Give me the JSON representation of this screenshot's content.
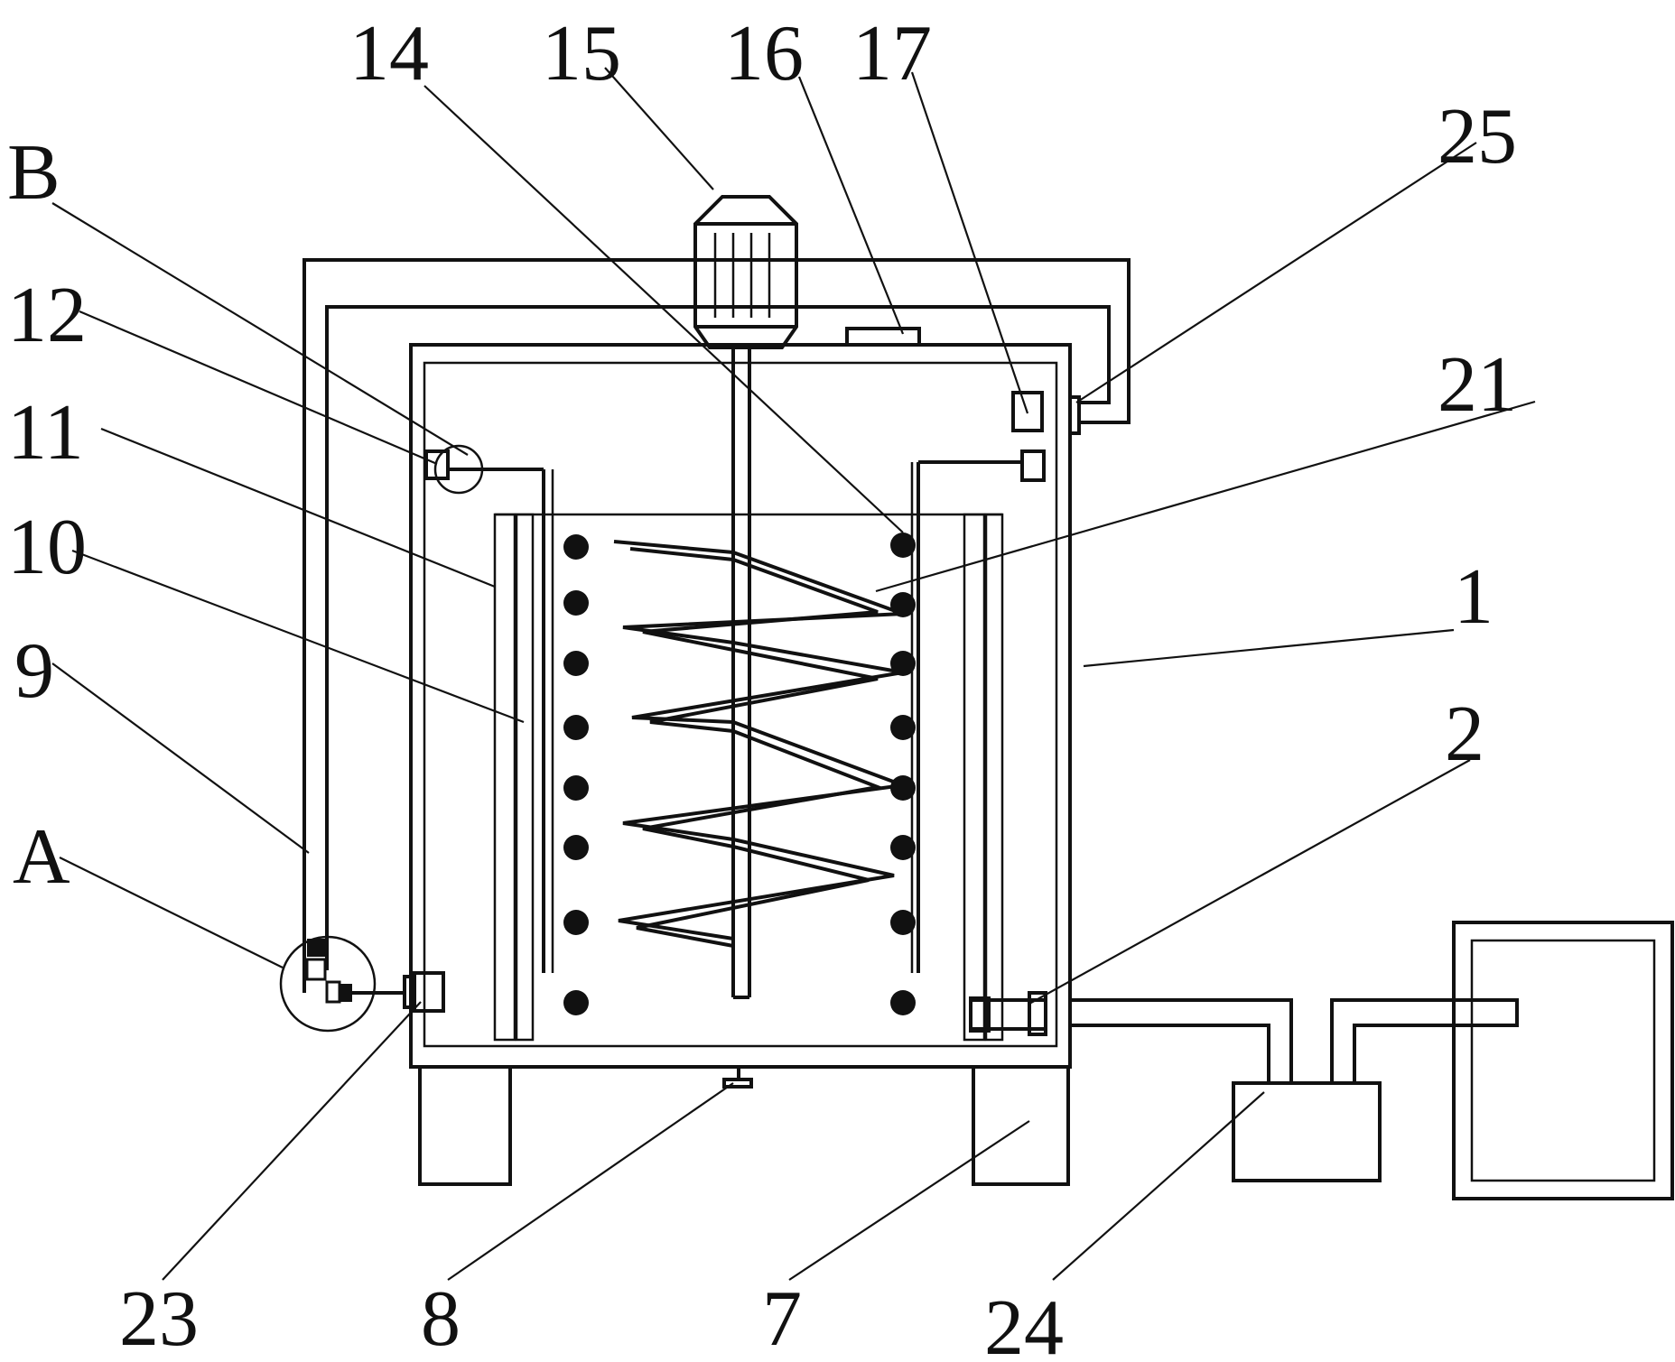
{
  "labels": {
    "l14": "14",
    "l15": "15",
    "l16": "16",
    "l17": "17",
    "l25": "25",
    "lB": "B",
    "l12": "12",
    "l11": "11",
    "l10": "10",
    "l9": "9",
    "lA": "A",
    "l21": "21",
    "l1": "1",
    "l2": "2",
    "l23": "23",
    "l8": "8",
    "l7": "7",
    "l24": "24"
  }
}
